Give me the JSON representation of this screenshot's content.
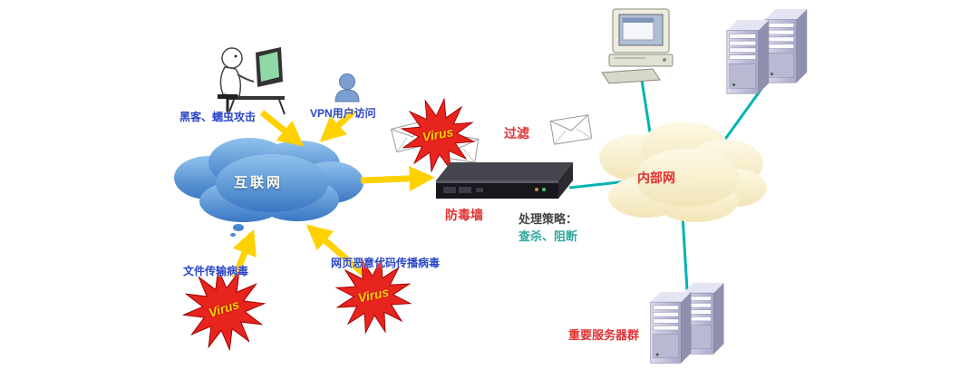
{
  "diagram": {
    "labels": {
      "hacker": "黑客、蠕虫攻击",
      "vpn_user": "VPN用户访问",
      "internet": "互联网",
      "virus": "Virus",
      "filter": "过滤",
      "firewall": "防毒墙",
      "strategy_title": "处理策略：",
      "strategy_value": "查杀、阻断",
      "intranet": "内部网",
      "file_virus": "文件传输病毒",
      "web_virus": "网页恶意代码传播病毒",
      "server_group": "重要服务器群"
    },
    "colors": {
      "arrow": "#ffd100",
      "link": "#00b3b3",
      "virus_star": "#e8241f",
      "virus_text": "#ffd400",
      "label_blue": "#2a46c8",
      "label_red": "#e03030",
      "label_teal": "#2fa8a0",
      "label_dark": "#444444",
      "internet_cloud": "#3a77c4",
      "intranet_cloud": "#f7edc8",
      "internet_text": "#ffffee"
    },
    "icons": {
      "hacker": "hacker-at-computer-icon",
      "vpn_user": "person-icon",
      "mail": "envelope-icon",
      "virus": "starburst-icon",
      "firewall": "rack-appliance-icon",
      "computer": "desktop-computer-icon",
      "servers_top": "server-towers-icon",
      "servers_bottom": "server-towers-icon"
    }
  }
}
